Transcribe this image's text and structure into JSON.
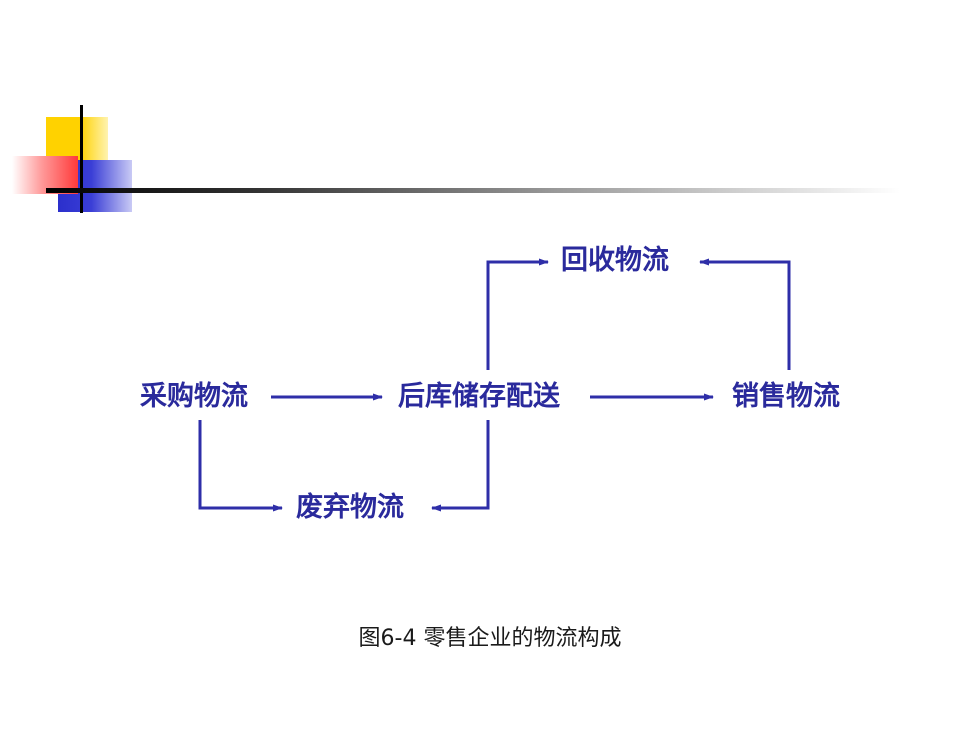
{
  "diagram": {
    "nodes": {
      "recycle": "回收物流",
      "purchase": "采购物流",
      "storage": "后库储存配送",
      "sales": "销售物流",
      "waste": "废弃物流"
    },
    "caption": "图6-4 零售企业的物流构成",
    "line_color": "#2e2ea8"
  }
}
